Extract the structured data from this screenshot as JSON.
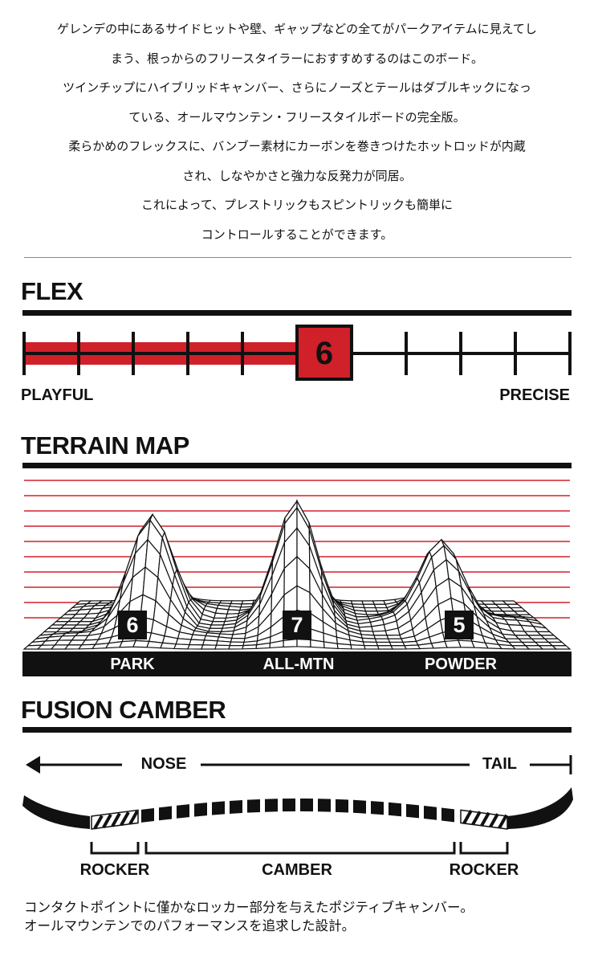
{
  "intro_lines": [
    "ゲレンデの中にあるサイドヒットや壁、ギャップなどの全てがパークアイテムに見えてし",
    "まう、根っからのフリースタイラーにおすすめするのはこのボード。",
    "ツインチップにハイブリッドキャンバー、さらにノーズとテールはダブルキックになっ",
    "ている、オールマウンテン・フリースタイルボードの完全版。",
    "柔らかめのフレックスに、バンブー素材にカーボンを巻きつけたホットロッドが内蔵",
    "され、しなやかさと強力な反発力が同居。",
    "これによって、プレストリックもスピントリックも簡単に",
    "コントロールすることができます。"
  ],
  "flex": {
    "title": "FLEX",
    "value": "6",
    "scale_max": 10,
    "min_label": "PLAYFUL",
    "max_label": "PRECISE",
    "accent": "#d0202a"
  },
  "terrain": {
    "title": "TERRAIN MAP",
    "items": [
      {
        "label": "PARK",
        "score": "6"
      },
      {
        "label": "ALL-MTN",
        "score": "7"
      },
      {
        "label": "POWDER",
        "score": "5"
      }
    ],
    "line_color": "#d0202a"
  },
  "camber": {
    "title": "FUSION CAMBER",
    "nose": "NOSE",
    "tail": "TAIL",
    "rocker_left": "ROCKER",
    "camber": "CAMBER",
    "rocker_right": "ROCKER"
  },
  "outro_lines": [
    "コンタクトポイントに僅かなロッカー部分を与えたポジティブキャンバー。",
    "オールマウンテンでのパフォーマンスを追求した設計。"
  ]
}
